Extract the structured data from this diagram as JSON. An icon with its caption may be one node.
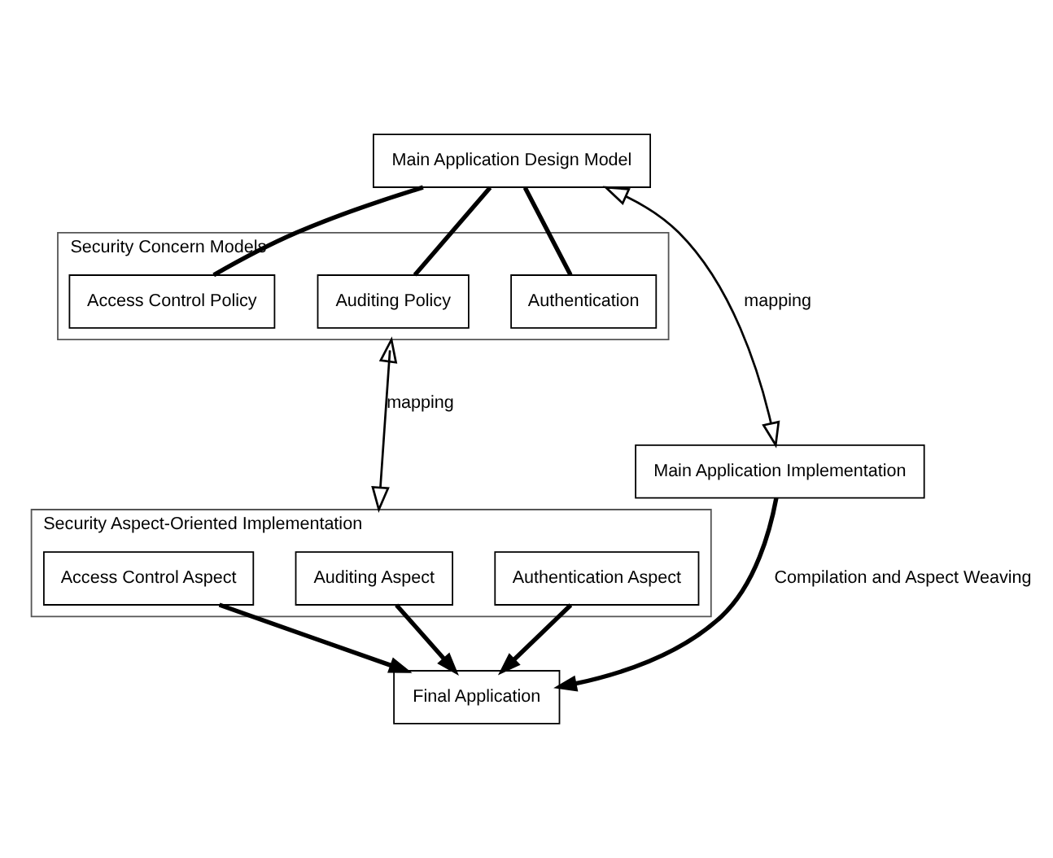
{
  "diagram": {
    "nodes": [
      {
        "text": [
          "Main Application Design Model"
        ]
      },
      {
        "text": [
          "Security Concern Models"
        ]
      },
      {
        "text": [
          "Access Control Policy"
        ],
        "in": 1
      },
      {
        "text": [
          "Auditing Policy"
        ],
        "in": 1
      },
      {
        "text": [
          "Authentication"
        ],
        "in": 1
      },
      {
        "text": [
          "Main Application Implementation"
        ]
      },
      {
        "text": [
          "Security Aspect-Oriented Implementation"
        ]
      },
      {
        "text": [
          "Access Control Aspect"
        ],
        "in": 6
      },
      {
        "text": [
          "Auditing Aspect"
        ],
        "in": 6
      },
      {
        "text": [
          "Authentication Aspect"
        ],
        "in": 6
      },
      {
        "text": [
          "Final Application"
        ]
      }
    ],
    "edges": [
      {
        "from": 0,
        "to": 2,
        "arrow": "none"
      },
      {
        "from": 0,
        "to": 3,
        "arrow": "none"
      },
      {
        "from": 0,
        "to": 4,
        "arrow": "none"
      },
      {
        "from": 0,
        "to": 5,
        "arrow": "both",
        "label": "mapping"
      },
      {
        "from": 1,
        "to": 6,
        "arrow": "both",
        "label": "mapping"
      },
      {
        "from": 5,
        "to": 10,
        "arrow": "to",
        "label": "Compilation and Aspect Weaving"
      },
      {
        "from": 7,
        "to": 10,
        "arrow": "to"
      },
      {
        "from": 8,
        "to": 10,
        "arrow": "to"
      },
      {
        "from": 9,
        "to": 10,
        "arrow": "to"
      }
    ]
  }
}
